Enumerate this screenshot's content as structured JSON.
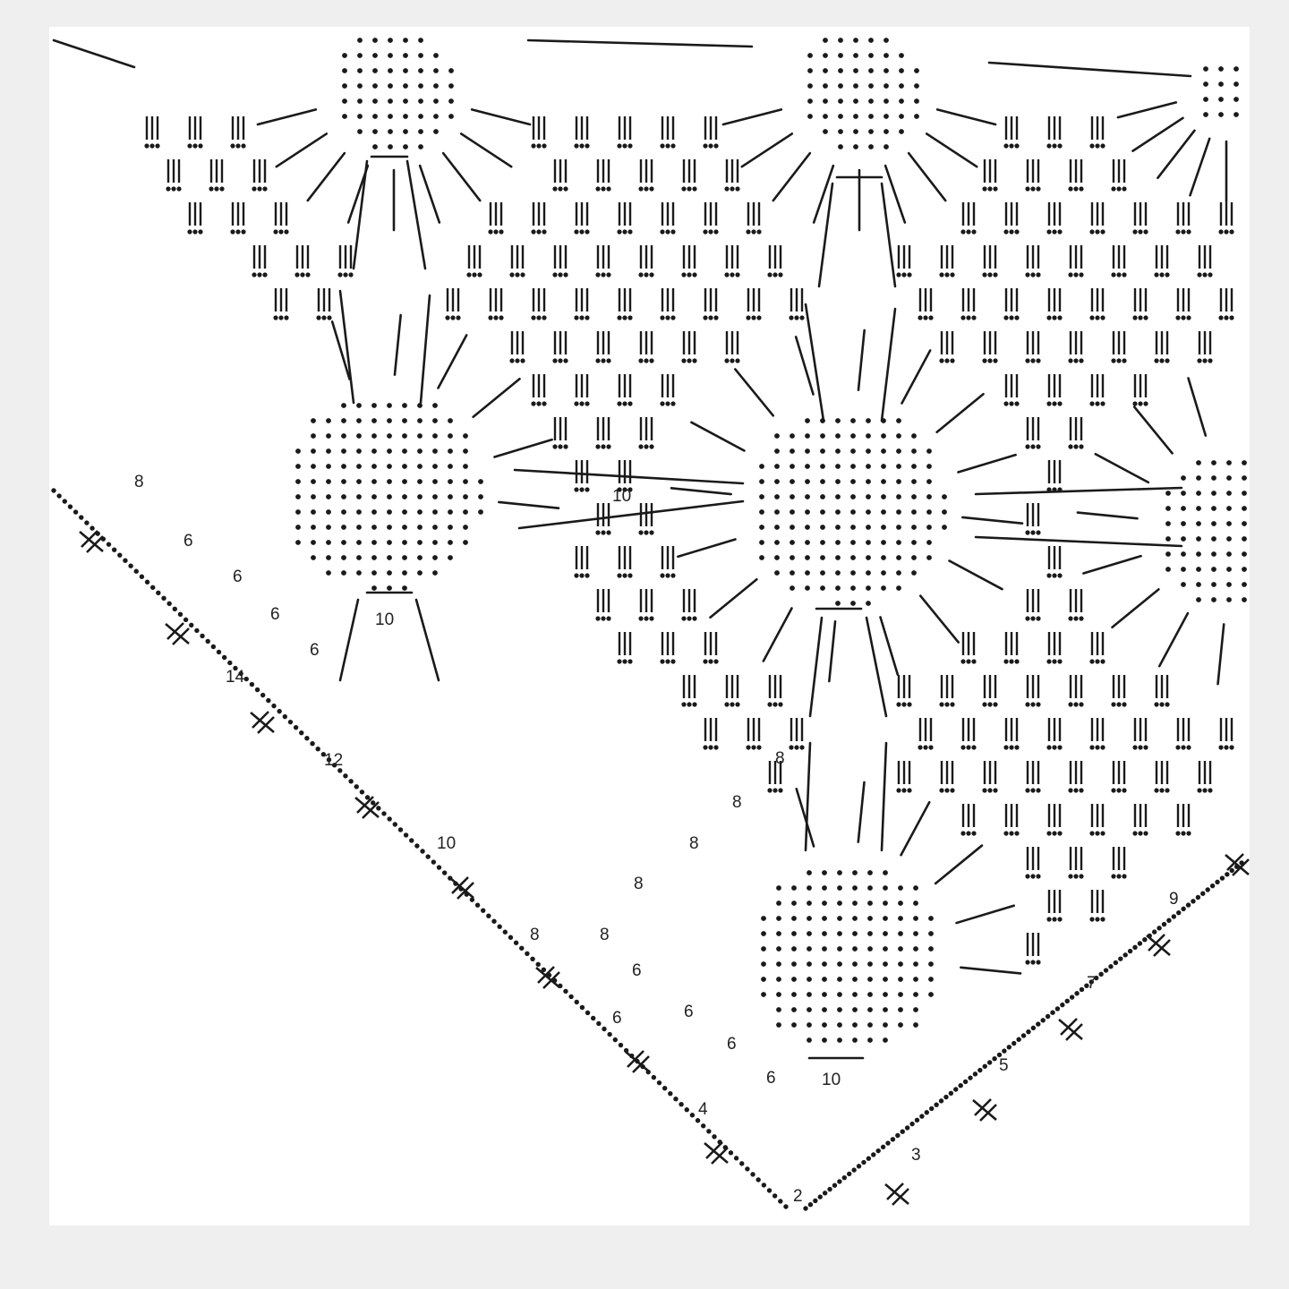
{
  "diagram": {
    "kind": "crochet stitch chart",
    "colors": {
      "background": "#ffffff",
      "page": "#efefef",
      "ink": "#1a1a1a"
    },
    "symbols": [
      "chain-dot",
      "double-crochet-cluster-3",
      "chain-arc",
      "cross-stitch-mark"
    ],
    "row_numbers": [
      {
        "id": "n2",
        "text": "2"
      },
      {
        "id": "n3",
        "text": "3"
      },
      {
        "id": "n4",
        "text": "4"
      },
      {
        "id": "n5",
        "text": "5"
      },
      {
        "id": "n6",
        "text": "6"
      },
      {
        "id": "n7",
        "text": "7"
      },
      {
        "id": "n8",
        "text": "8"
      },
      {
        "id": "n9",
        "text": "9"
      },
      {
        "id": "n10",
        "text": "10"
      },
      {
        "id": "n12",
        "text": "12"
      },
      {
        "id": "n14",
        "text": "14"
      }
    ],
    "chain_counts": [
      "10",
      "8",
      "6"
    ]
  }
}
